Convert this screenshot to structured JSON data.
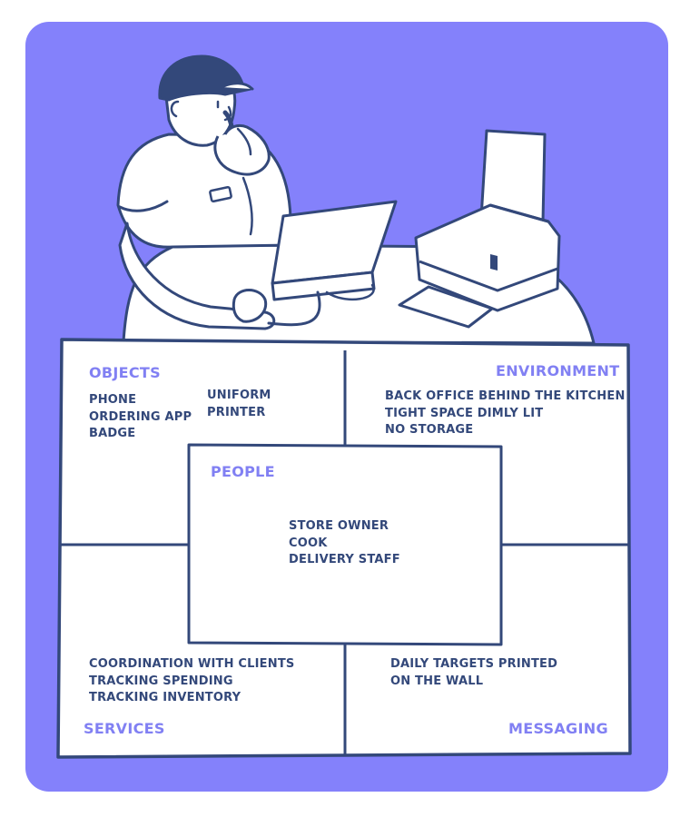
{
  "colors": {
    "background": "#8481fb",
    "card": "#ffffff",
    "ink": "#33487a",
    "accent": "#8180f3"
  },
  "illustration": {
    "subject": "person-on-phone-at-desk",
    "objects": [
      "cap",
      "phone",
      "laptop",
      "mouse",
      "printer"
    ]
  },
  "quadrants": {
    "objects": {
      "title": "OBJECTS",
      "items_left": [
        "PHONE",
        "ORDERING APP",
        "BADGE"
      ],
      "items_right": [
        "UNIFORM",
        "PRINTER"
      ]
    },
    "environment": {
      "title": "ENVIRONMENT",
      "items": [
        "BACK OFFICE BEHIND THE KITCHEN",
        "TIGHT SPACE DIMLY LIT",
        "NO STORAGE"
      ]
    },
    "people": {
      "title": "PEOPLE",
      "items": [
        "STORE OWNER",
        "COOK",
        "DELIVERY STAFF"
      ]
    },
    "services": {
      "title": "SERVICES",
      "items": [
        "COORDINATION WITH CLIENTS",
        "TRACKING SPENDING",
        "TRACKING INVENTORY"
      ]
    },
    "messaging": {
      "title": "MESSAGING",
      "items": [
        "DAILY TARGETS PRINTED",
        "ON THE WALL"
      ]
    }
  }
}
